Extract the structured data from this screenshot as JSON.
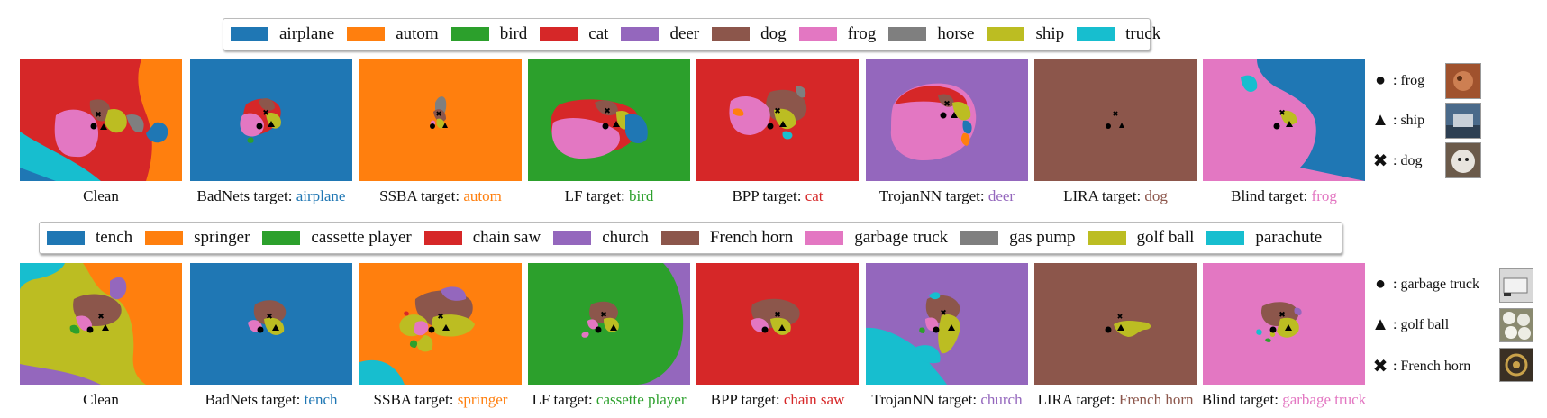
{
  "colors": {
    "c0": "#1f77b4",
    "c1": "#ff7f0e",
    "c2": "#2ca02c",
    "c3": "#d62728",
    "c4": "#9467bd",
    "c5": "#8c564b",
    "c6": "#e377c2",
    "c7": "#7f7f7f",
    "c8": "#bcbd22",
    "c9": "#17becf"
  },
  "top": {
    "legend": [
      "airplane",
      "autom",
      "bird",
      "cat",
      "deer",
      "dog",
      "frog",
      "horse",
      "ship",
      "truck"
    ],
    "captions": [
      {
        "prefix": "Clean",
        "target": ""
      },
      {
        "prefix": "BadNets target: ",
        "target": "airplane"
      },
      {
        "prefix": "SSBA target: ",
        "target": "autom"
      },
      {
        "prefix": "LF target: ",
        "target": "bird"
      },
      {
        "prefix": "BPP target: ",
        "target": "cat"
      },
      {
        "prefix": "TrojanNN target: ",
        "target": "deer"
      },
      {
        "prefix": "LIRA target: ",
        "target": "dog"
      },
      {
        "prefix": "Blind target: ",
        "target": "frog"
      }
    ],
    "markers": [
      {
        "symbol": "●",
        "label": ": frog"
      },
      {
        "symbol": "▲",
        "label": ": ship"
      },
      {
        "symbol": "✖",
        "label": ": dog"
      }
    ]
  },
  "bottom": {
    "legend": [
      "tench",
      "springer",
      "cassette player",
      "chain saw",
      "church",
      "French horn",
      "garbage truck",
      "gas pump",
      "golf ball",
      "parachute"
    ],
    "captions": [
      {
        "prefix": "Clean",
        "target": ""
      },
      {
        "prefix": "BadNets target: ",
        "target": "tench"
      },
      {
        "prefix": "SSBA target: ",
        "target": "springer"
      },
      {
        "prefix": "LF target: ",
        "target": "cassette player"
      },
      {
        "prefix": "BPP target: ",
        "target": "chain saw"
      },
      {
        "prefix": "TrojanNN target: ",
        "target": "church"
      },
      {
        "prefix": "LIRA target: ",
        "target": "French horn"
      },
      {
        "prefix": "Blind target: ",
        "target": "garbage truck"
      }
    ],
    "markers": [
      {
        "symbol": "●",
        "label": ": garbage truck"
      },
      {
        "symbol": "▲",
        "label": ": golf ball"
      },
      {
        "symbol": "✖",
        "label": ": French horn"
      }
    ]
  }
}
